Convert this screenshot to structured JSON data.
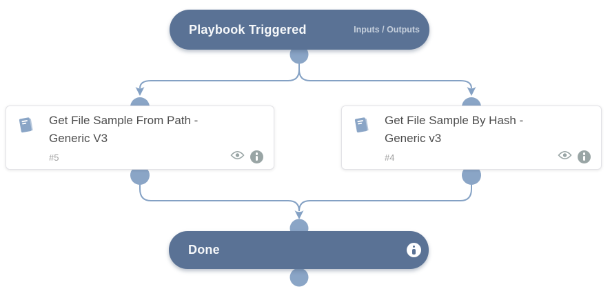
{
  "trigger_node": {
    "title": "Playbook Triggered",
    "link_label": "Inputs / Outputs"
  },
  "done_node": {
    "title": "Done"
  },
  "tasks": [
    {
      "title": "Get File Sample From Path - Generic V3",
      "task_id": "#5",
      "type": "sub-playbook"
    },
    {
      "title": "Get File Sample By Hash - Generic v3",
      "task_id": "#4",
      "type": "sub-playbook"
    }
  ],
  "icons": {
    "book": "playbook-book-icon",
    "eye": "preview-eye-icon",
    "info": "info-circle-icon"
  },
  "colors": {
    "node_bg": "#5a7295",
    "node_text": "#f6f8fa",
    "node_subtext": "#c5cfdc",
    "connector": "#84a1c4",
    "dot": "#8aa5c6",
    "card_border": "#e2e2e6",
    "card_title": "#4d4d4d",
    "card_id": "#9f9f9f",
    "icon_gray": "#99a5a5",
    "book": "#8aa5c6"
  }
}
